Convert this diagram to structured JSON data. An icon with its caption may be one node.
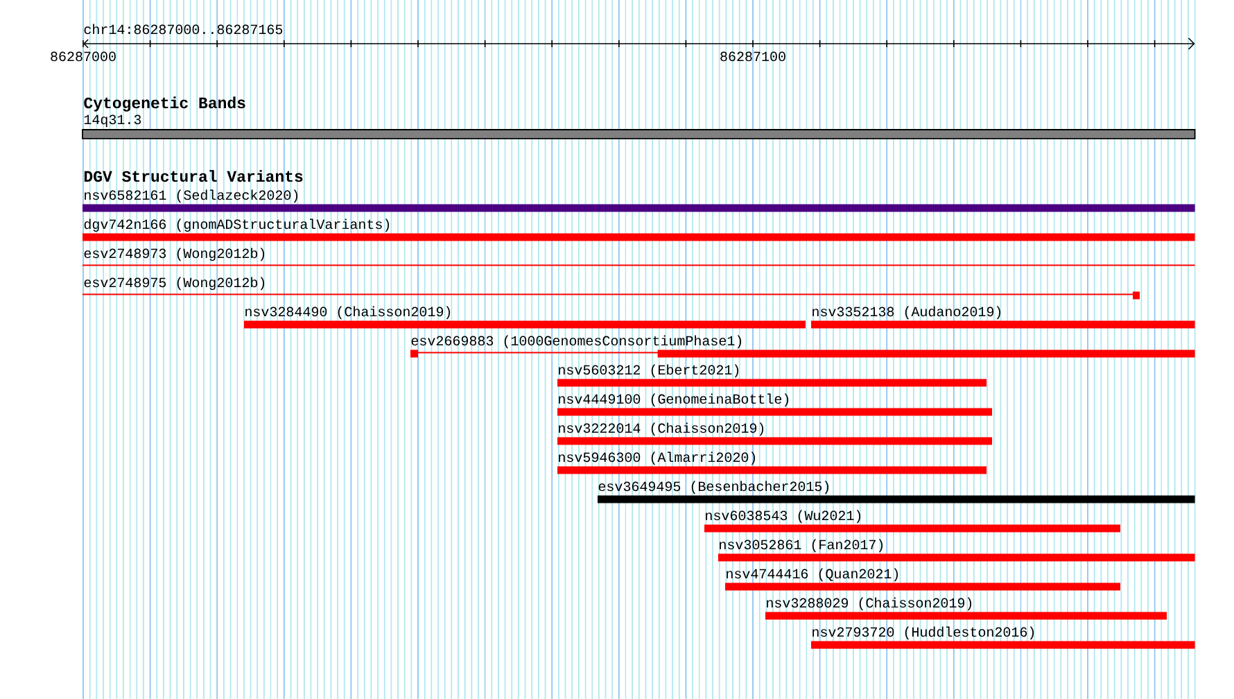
{
  "diagram": {
    "nodes": [
      {
        "text": [
          "14q31.3"
        ]
      },
      {
        "text": [
          "nsv6582161 (Sedlazeck2020)"
        ]
      },
      {
        "text": [
          "dgv742n166 (gnomADStructuralVariants)"
        ]
      },
      {
        "text": [
          "esv2748973 (Wong2012b)"
        ]
      },
      {
        "text": [
          "esv2748975 (Wong2012b)"
        ]
      },
      {
        "text": [
          "nsv3284490 (Chaisson2019)"
        ]
      },
      {
        "text": [
          "nsv3352138 (Audano2019)"
        ]
      },
      {
        "text": [
          "esv2669883 (1000GenomesConsortiumPhase1)"
        ]
      },
      {
        "text": [
          "nsv5603212 (Ebert2021)"
        ]
      },
      {
        "text": [
          "nsv4449100 (GenomeinaBottle)"
        ]
      },
      {
        "text": [
          "nsv3222014 (Chaisson2019)"
        ]
      },
      {
        "text": [
          "nsv5946300 (Almarri2020)"
        ]
      },
      {
        "text": [
          "esv3649495 (Besenbacher2015)"
        ]
      },
      {
        "text": [
          "nsv6038543 (Wu2021)"
        ]
      },
      {
        "text": [
          "nsv3052861 (Fan2017)"
        ]
      },
      {
        "text": [
          "nsv4744416 (Quan2021)"
        ]
      },
      {
        "text": [
          "nsv3288029 (Chaisson2019)"
        ]
      },
      {
        "text": [
          "nsv2793720 (Huddleston2016)"
        ]
      }
    ],
    "labels": [
      "chr14:86287000..86287165",
      "86287000",
      "86287100",
      "Cytogenetic Bands",
      "DGV Structural Variants"
    ]
  }
}
